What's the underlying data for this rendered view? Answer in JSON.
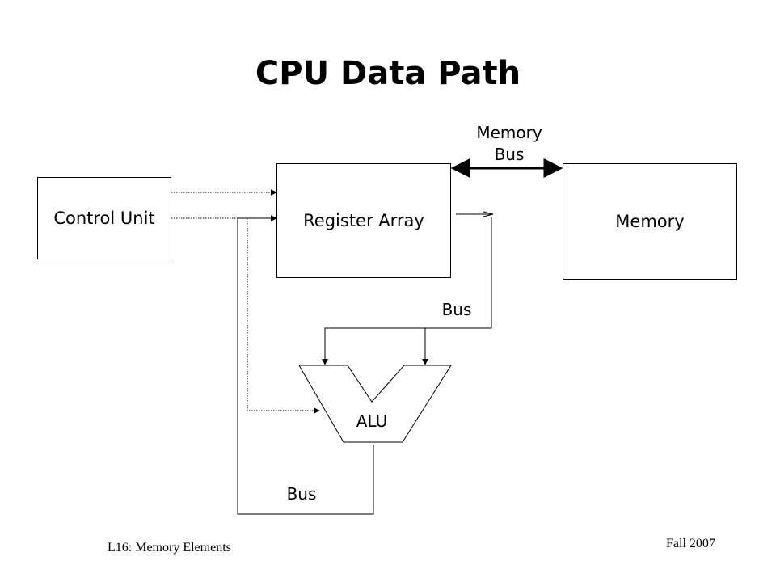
{
  "slide": {
    "title": "CPU Data Path",
    "footer_left": "L16: Memory Elements",
    "footer_right": "Fall 2007"
  },
  "diagram": {
    "control_unit": "Control Unit",
    "register_array": "Register Array",
    "memory": "Memory",
    "memory_bus_line1": "Memory",
    "memory_bus_line2": "Bus",
    "bus_upper": "Bus",
    "alu": "ALU",
    "bus_lower": "Bus"
  }
}
